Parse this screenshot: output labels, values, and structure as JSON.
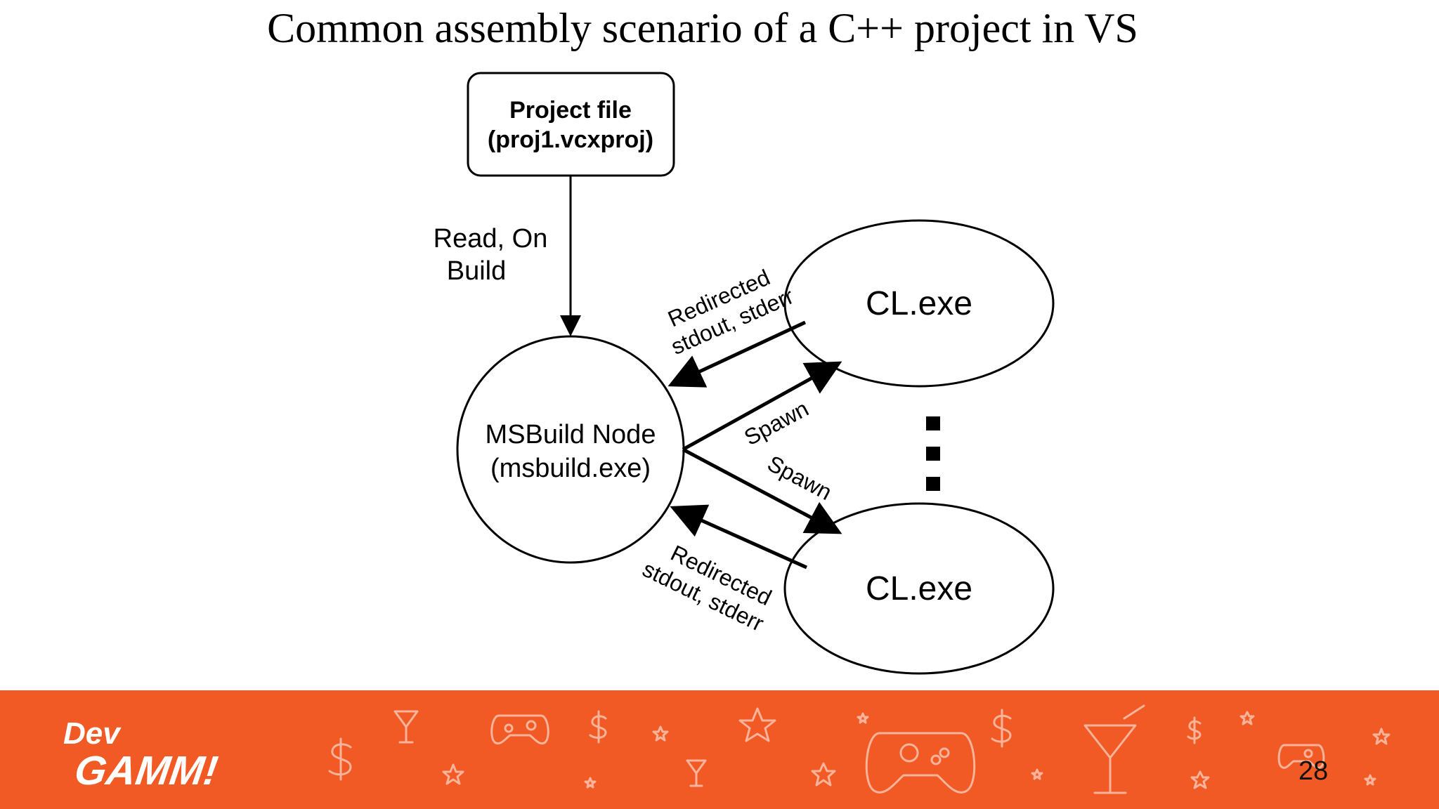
{
  "slide": {
    "title": "Common assembly scenario of a C++ project in VS",
    "page_number": "28"
  },
  "diagram": {
    "nodes": {
      "project_file": {
        "line1": "Project file",
        "line2": "(proj1.vcxproj)"
      },
      "msbuild": {
        "line1": "MSBuild Node",
        "line2": "(msbuild.exe)"
      },
      "cl_top": {
        "label": "CL.exe"
      },
      "cl_bottom": {
        "label": "CL.exe"
      }
    },
    "edges": {
      "read_on_build": {
        "line1": "Read, On",
        "line2": "Build"
      },
      "redirected_top": {
        "line1": "Redirected",
        "line2": "stdout, stderr"
      },
      "spawn_top": {
        "label": "Spawn"
      },
      "spawn_bottom": {
        "label": "Spawn"
      },
      "redirected_bottom": {
        "line1": "Redirected",
        "line2": "stdout, stderr"
      }
    }
  },
  "footer": {
    "background_color": "#f15a24",
    "logo": {
      "line1": "Dev",
      "line2": "GAMM!"
    },
    "decor_icons": [
      "dollar-icon",
      "cocktail-icon",
      "gamepad-icon",
      "star-icon"
    ]
  }
}
